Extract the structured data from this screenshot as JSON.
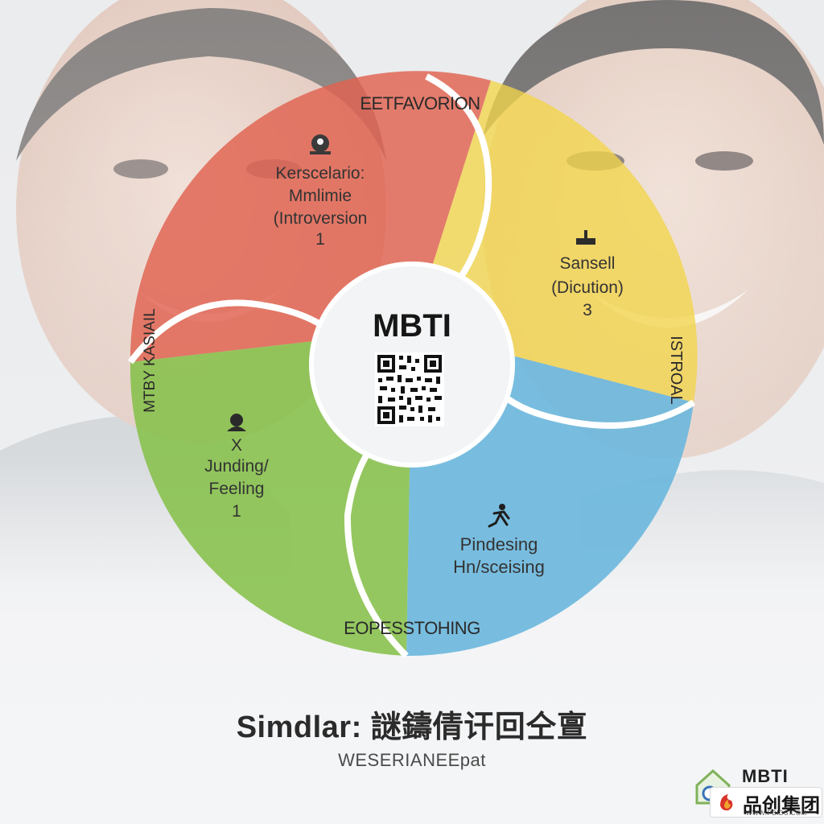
{
  "colors": {
    "introversion": "#e0614f",
    "intuition": "#f2d54a",
    "perceiving": "#6ab7dd",
    "feeling": "#86c04a",
    "center": "#f3f4f5"
  },
  "diagram": {
    "center_title": "MBTI",
    "outer_labels": {
      "top": "EETFAVORION",
      "bottom": "EOPESSTOHING",
      "left": "MTBY KASIAIL",
      "right": "ISTROAL"
    },
    "segments": [
      {
        "id": "introversion",
        "icon": "person-icon",
        "lines": [
          "Kerscelario:",
          "Mmlimie",
          "(Introversion",
          "1"
        ]
      },
      {
        "id": "intuition",
        "icon": "stamp-icon",
        "lines": [
          "Sansell",
          "(Dicution)",
          "3"
        ]
      },
      {
        "id": "perceiving",
        "icon": "running-person-icon",
        "lines": [
          "Pindesing",
          "Hn/sceising"
        ]
      },
      {
        "id": "feeling",
        "icon": "bust-icon",
        "lines": [
          "X",
          "Junding/",
          "Feeling",
          "1"
        ]
      }
    ]
  },
  "caption": {
    "title": "Simdlar: 謎鑄倩讦回仝亶",
    "subtitle": "WESERIANEEpat"
  },
  "badge": {
    "mbti": "MBTI",
    "brand": "品创集团",
    "url": "WWW.PBIDS.COM"
  }
}
